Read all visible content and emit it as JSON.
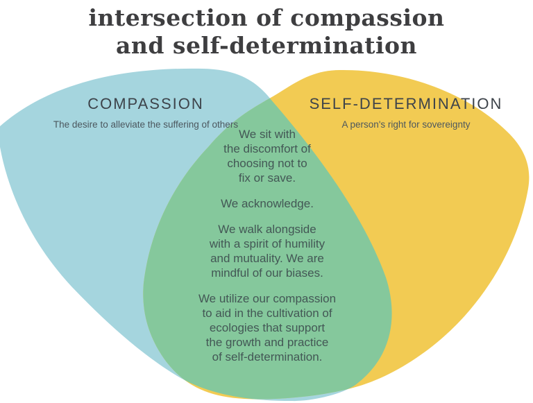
{
  "title": {
    "line1": "intersection of compassion",
    "line2": "and self-determination"
  },
  "venn": {
    "left": {
      "heading": "COMPASSION",
      "subtitle": "The desire to alleviate the suffering of others",
      "color": "#a5d5de"
    },
    "right": {
      "heading": "SELF-DETERMINATION",
      "subtitle": "A person's right for sovereignty",
      "color": "#f2cb53"
    },
    "overlap": {
      "color": "#85c89c",
      "paragraphs": [
        "We sit with\nthe discomfort of\nchoosing not to\nfix or save.",
        "We acknowledge.",
        "We walk alongside\nwith a spirit of humility\nand mutuality. We are\nmindful of our biases.",
        "We utilize our compassion\nto aid in the cultivation of\necologies that support\nthe growth and practice\nof self-determination."
      ]
    }
  }
}
